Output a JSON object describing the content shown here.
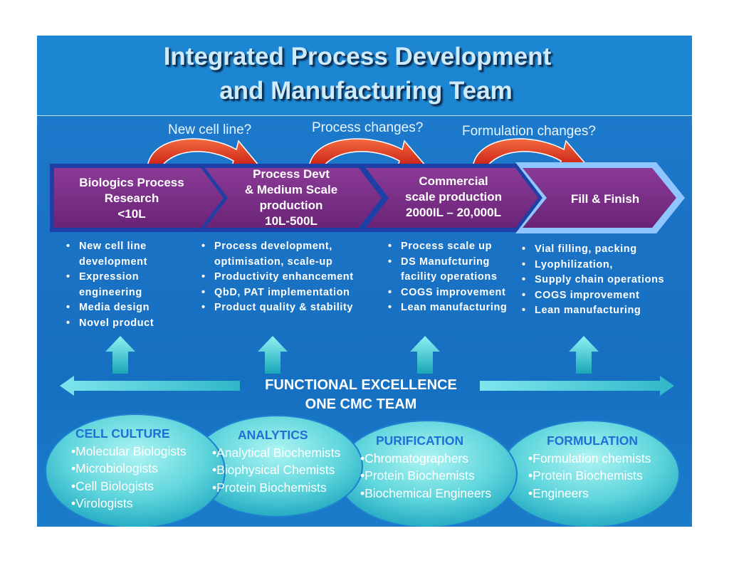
{
  "title": {
    "line1": "Integrated Process Development",
    "line2": "and Manufacturing Team"
  },
  "questions": [
    "New cell line?",
    "Process changes?",
    "Formulation changes?"
  ],
  "stages": [
    {
      "lines": [
        "Biologics Process",
        "Research",
        "<10L"
      ]
    },
    {
      "lines": [
        "Process Devt",
        "& Medium Scale",
        "production",
        "10L-500L"
      ]
    },
    {
      "lines": [
        "Commercial",
        "scale production",
        "2000IL – 20,000L"
      ]
    },
    {
      "lines": [
        "Fill & Finish"
      ]
    }
  ],
  "bullets": [
    [
      "New cell line development",
      "Expression engineering",
      "Media design",
      "Novel product"
    ],
    [
      "Process development, optimisation, scale-up",
      "Productivity enhancement",
      "QbD, PAT implementation",
      "Product quality & stability"
    ],
    [
      "Process scale up",
      "DS Manufcturing facility operations",
      "COGS improvement",
      "Lean manufacturing"
    ],
    [
      "Vial filling, packing",
      "Lyophilization,",
      "Supply chain operations",
      "COGS improvement",
      "Lean manufacturing"
    ]
  ],
  "functional": {
    "line1": "FUNCTIONAL EXCELLENCE",
    "line2": "ONE CMC TEAM"
  },
  "teams": [
    {
      "heading": "CELL CULTURE",
      "members": [
        "•Molecular Biologists",
        "•Microbiologists",
        "•Cell Biologists",
        "•Virologists"
      ]
    },
    {
      "heading": "ANALYTICS",
      "members": [
        "•Analytical Biochemists",
        "•Biophysical Chemists",
        "•Protein Biochemists"
      ]
    },
    {
      "heading": "PURIFICATION",
      "members": [
        "•Chromatographers",
        "•Protein Biochemists",
        "•Biochemical Engineers"
      ]
    },
    {
      "heading": "FORMULATION",
      "members": [
        "•Formulation chemists",
        "•Protein Biochemists",
        "•Engineers"
      ]
    }
  ],
  "colors": {
    "stage_fill": "#7b2f86",
    "chevron_outer": "#1d3fa6",
    "stage_highlight": "#8fc6ff",
    "curved_arrow": "#e3241c",
    "up_arrow": "#35c3c9",
    "ellipse": "#4fd0d8",
    "team_heading": "#1f6fd6"
  }
}
